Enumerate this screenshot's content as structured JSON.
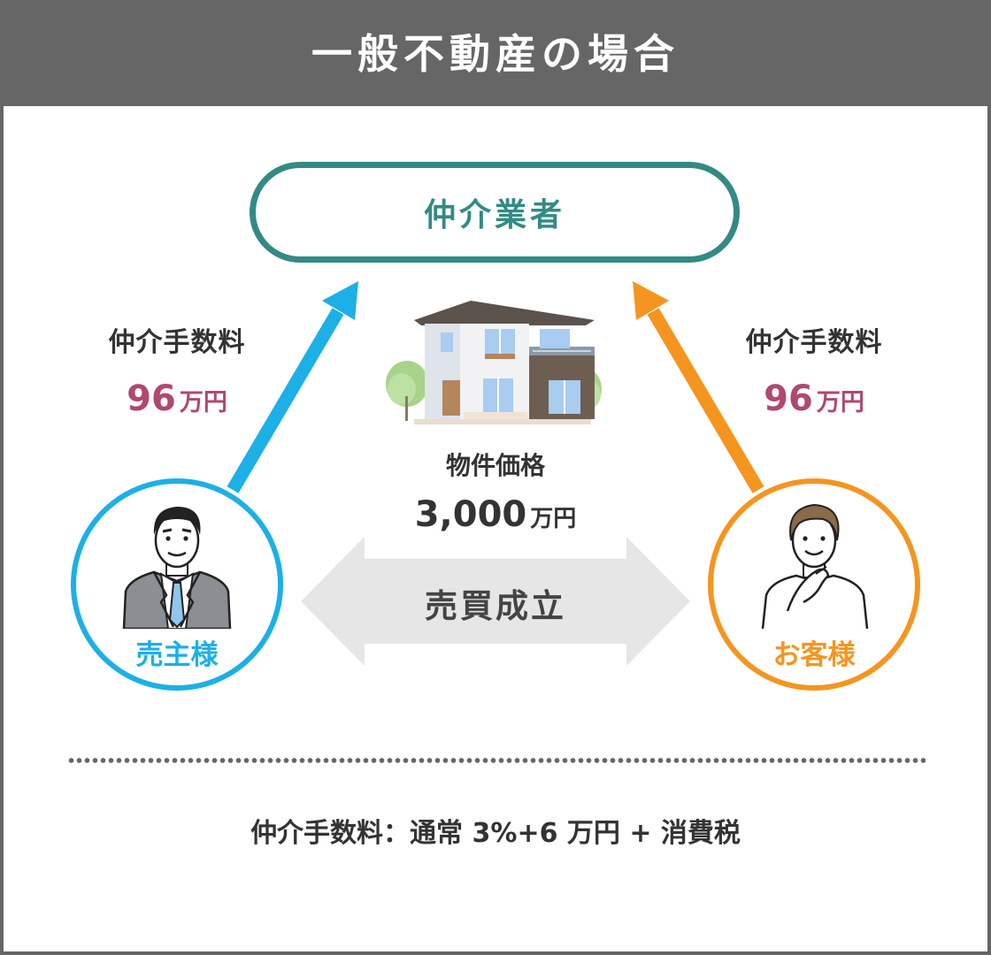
{
  "header": {
    "title": "一般不動産の場合"
  },
  "broker": {
    "label": "仲介業者"
  },
  "seller_fee": {
    "label": "仲介手数料",
    "amount": "96",
    "unit": "万円"
  },
  "buyer_fee": {
    "label": "仲介手数料",
    "amount": "96",
    "unit": "万円"
  },
  "property": {
    "label": "物件価格",
    "amount": "3,000",
    "unit": "万円"
  },
  "deal": {
    "label": "売買成立"
  },
  "seller": {
    "label": "売主様"
  },
  "buyer": {
    "label": "お客様"
  },
  "note": {
    "text": "仲介手数料：通常 3%+6 万円 + 消費税"
  },
  "colors": {
    "header": "#666666",
    "broker": "#338a84",
    "seller": "#1cb0e6",
    "buyer": "#f5951f",
    "fee_amount": "#b04870",
    "deal_arrow": "#e6e6e6"
  },
  "icons": {
    "house": "house-illustration",
    "seller": "businessman-icon",
    "buyer": "customer-thinking-icon"
  }
}
